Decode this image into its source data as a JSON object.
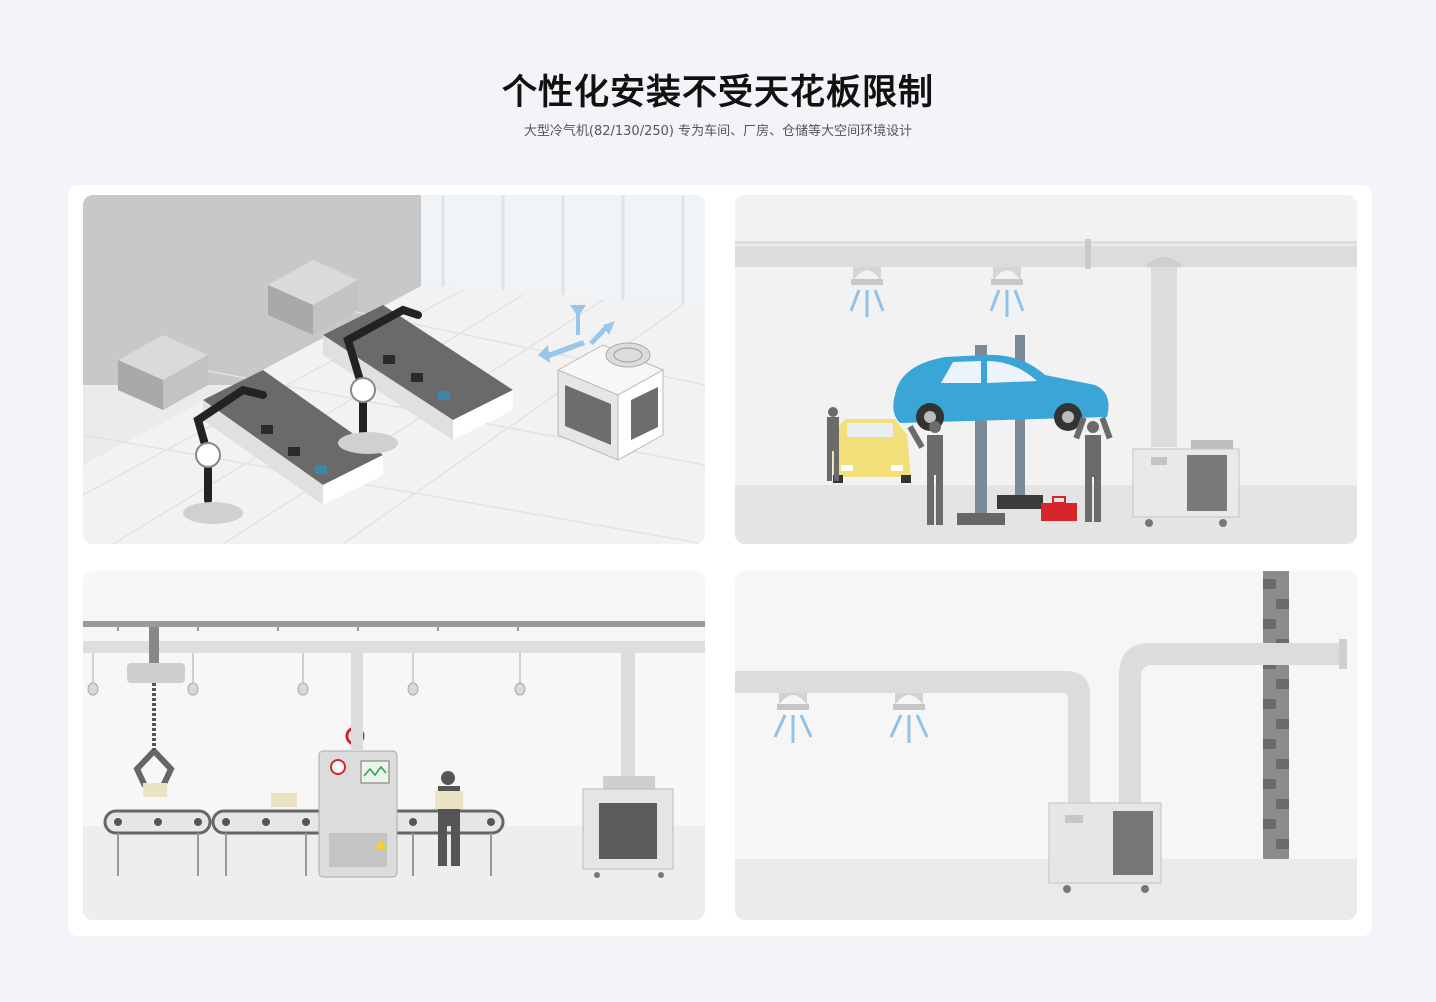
{
  "header": {
    "title": "个性化安装不受天花板限制",
    "subtitle": "大型冷气机(82/130/250) 专为车间、厂房、仓储等大空间环境设计"
  },
  "colors": {
    "page_bg": "#f3f4f7",
    "card_bg": "#ffffff",
    "airflow_blue": "#8fc3ea",
    "car_blue": "#3aa6d8",
    "car_yellow": "#f2df7a",
    "toolbox_red": "#d8252c"
  },
  "panels": [
    {
      "scene": "robot-arm-assembly-line-with-cooler"
    },
    {
      "scene": "auto-repair-garage-with-ceiling-ducts"
    },
    {
      "scene": "factory-conveyor-line-with-cooler"
    },
    {
      "scene": "warehouse-duct-cooling"
    }
  ]
}
